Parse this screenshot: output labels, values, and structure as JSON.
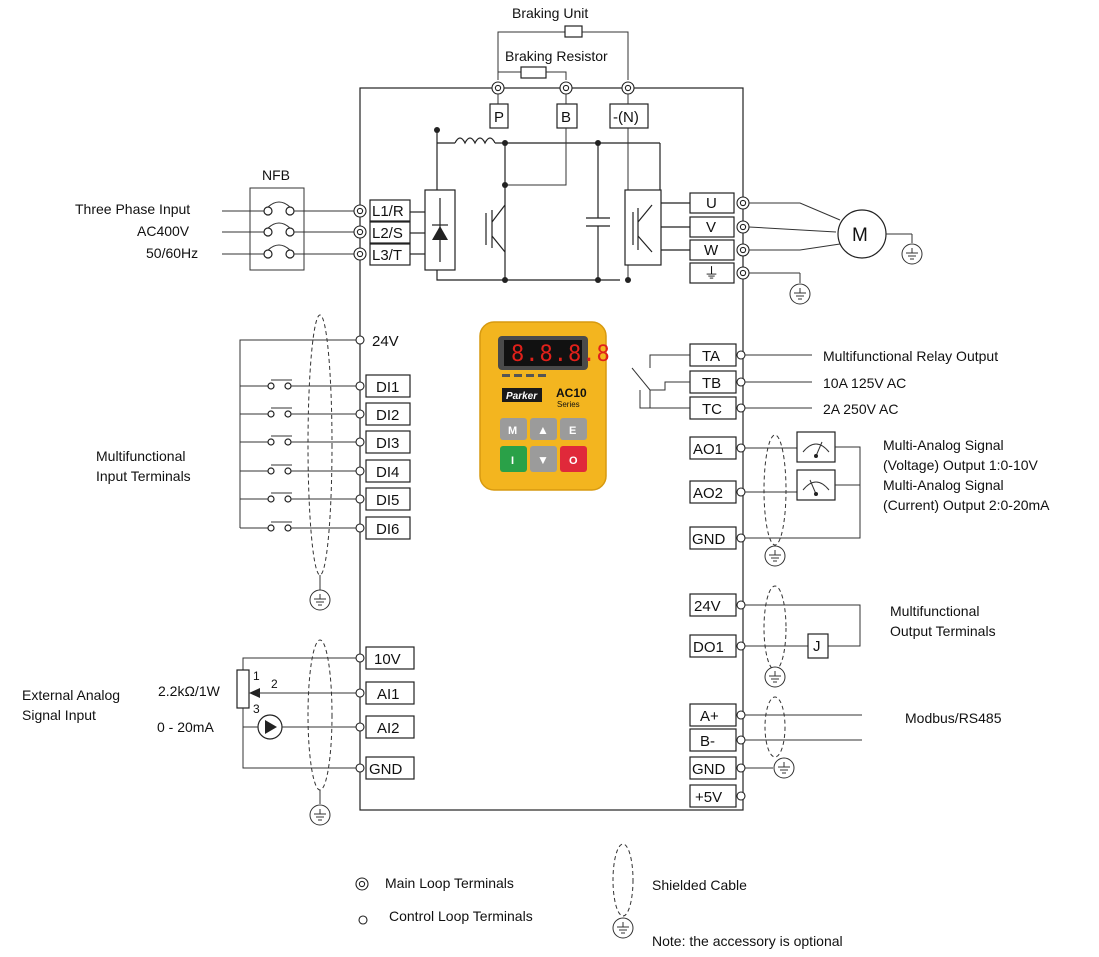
{
  "top": {
    "braking_unit": "Braking Unit",
    "braking_resistor": "Braking Resistor",
    "p": "P",
    "b": "B",
    "n": "-(N)"
  },
  "input": {
    "nfb": "NFB",
    "three_phase": "Three Phase Input",
    "voltage": "AC400V",
    "frequency": "50/60Hz",
    "l1": "L1/R",
    "l2": "L2/S",
    "l3": "L3/T"
  },
  "motor": {
    "u": "U",
    "v": "V",
    "w": "W",
    "ground": "⏚",
    "motor_label": "M"
  },
  "keypad": {
    "display": "8.8.8.8",
    "brand": "Parker",
    "model": "AC10",
    "series": "Series",
    "btn_m": "M",
    "btn_up": "▲",
    "btn_e": "E",
    "btn_i": "I",
    "btn_down": "▼",
    "btn_o": "O"
  },
  "digital_inputs": {
    "v24": "24V",
    "di1": "DI1",
    "di2": "DI2",
    "di3": "DI3",
    "di4": "DI4",
    "di5": "DI5",
    "di6": "DI6",
    "label_line1": "Multifunctional",
    "label_line2": "Input Terminals"
  },
  "analog_inputs": {
    "v10": "10V",
    "ai1": "AI1",
    "ai2": "AI2",
    "gnd": "GND",
    "label_line1": "External Analog",
    "label_line2": "Signal Input",
    "pot": "2.2kΩ/1W",
    "current": "0 - 20mA",
    "pin1": "1",
    "pin2": "2",
    "pin3": "3"
  },
  "relay": {
    "ta": "TA",
    "tb": "TB",
    "tc": "TC",
    "label1": "Multifunctional Relay Output",
    "label2": "10A 125V AC",
    "label3": "2A   250V AC"
  },
  "analog_outputs": {
    "ao1": "AO1",
    "ao2": "AO2",
    "gnd": "GND",
    "label1_line1": "Multi-Analog Signal",
    "label1_line2": "(Voltage) Output 1:0-10V",
    "label2_line1": "Multi-Analog Signal",
    "label2_line2": "(Current) Output 2:0-20mA"
  },
  "digital_outputs": {
    "v24": "24V",
    "do1": "DO1",
    "relay_j": "J",
    "label_line1": "Multifunctional",
    "label_line2": "Output Terminals"
  },
  "comms": {
    "a_plus": "A+",
    "b_minus": "B-",
    "gnd": "GND",
    "v5": "+5V",
    "label": "Modbus/RS485"
  },
  "legend": {
    "main_loop": "Main Loop Terminals",
    "control_loop": "Control Loop Terminals",
    "shielded": "Shielded Cable",
    "note": "Note: the accessory is optional"
  }
}
